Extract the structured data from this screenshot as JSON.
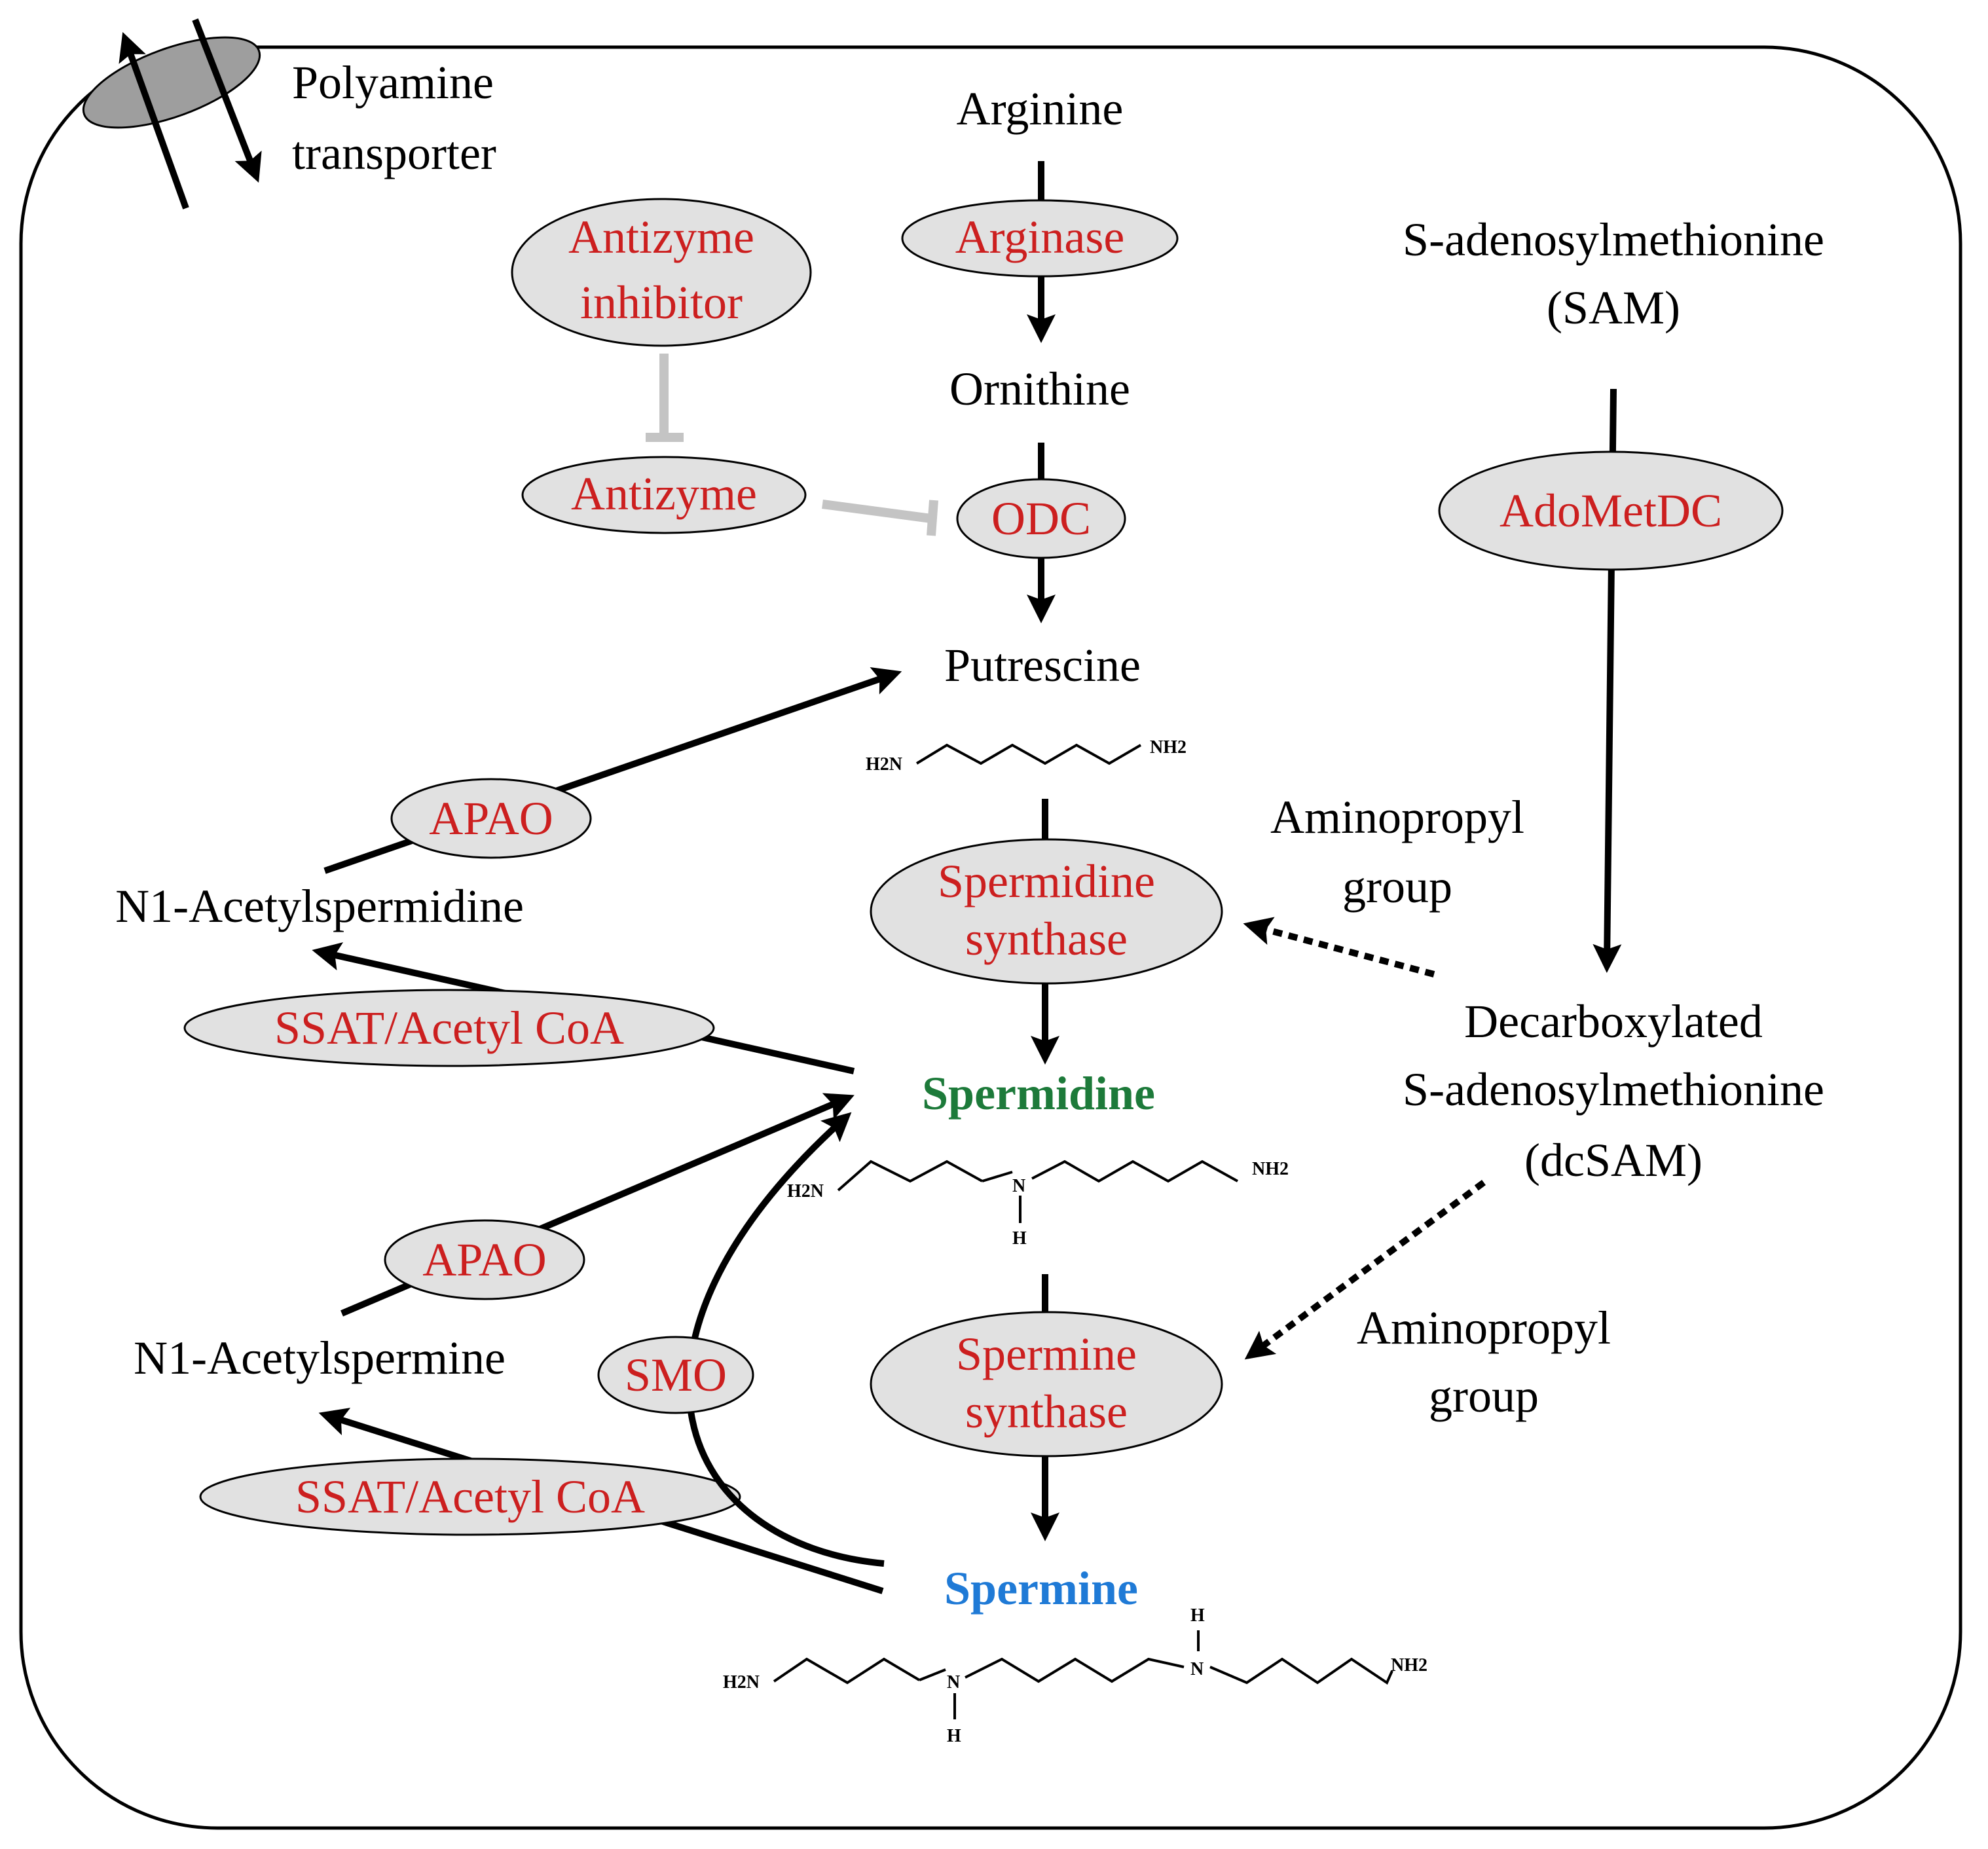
{
  "transporter": {
    "line1": "Polyamine",
    "line2": "transporter"
  },
  "metabolites": {
    "arginine": "Arginine",
    "ornithine": "Ornithine",
    "putrescine": "Putrescine",
    "spermidine": "Spermidine",
    "spermine": "Spermine",
    "n1_acetylspermidine": "N1-Acetylspermidine",
    "n1_acetylspermine": "N1-Acetylspermine",
    "sam_line1": "S-adenosylmethionine",
    "sam_line2": "(SAM)",
    "dcsam_line1": "Decarboxylated",
    "dcsam_line2": "S-adenosylmethionine",
    "dcsam_line3": "(dcSAM)",
    "aminopropyl_1_line1": "Aminopropyl",
    "aminopropyl_1_line2": "group",
    "aminopropyl_2_line1": "Aminopropyl",
    "aminopropyl_2_line2": "group"
  },
  "enzymes": {
    "antizyme_inhibitor_line1": "Antizyme",
    "antizyme_inhibitor_line2": "inhibitor",
    "arginase": "Arginase",
    "antizyme": "Antizyme",
    "odc": "ODC",
    "adometdc": "AdoMetDC",
    "apao_upper": "APAO",
    "apao_lower": "APAO",
    "ssat_upper": "SSAT/Acetyl CoA",
    "ssat_lower": "SSAT/Acetyl CoA",
    "smo": "SMO",
    "spermidine_synthase_line1": "Spermidine",
    "spermidine_synthase_line2": "synthase",
    "spermine_synthase_line1": "Spermine",
    "spermine_synthase_line2": "synthase"
  },
  "structures": {
    "h2n": "H2N",
    "nh2": "NH2",
    "n": "N",
    "h": "H"
  },
  "colors": {
    "enzyme_text": "#cc1f1f",
    "enzyme_fill": "#e1e1e1",
    "spermidine": "#1d7a3a",
    "spermine": "#1f7ad6",
    "inhibition": "#c4c4c4",
    "transporter_fill": "#9e9e9e"
  }
}
